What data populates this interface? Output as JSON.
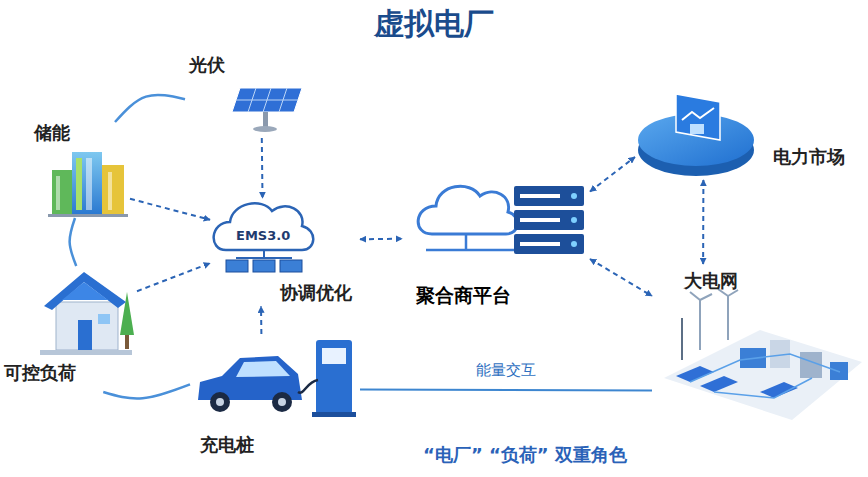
{
  "diagram": {
    "title": "虚拟电厂",
    "caption": "“电厂” “负荷” 双重角色",
    "nodes": [
      {
        "text": [
          "光伏"
        ]
      },
      {
        "text": [
          "储能"
        ]
      },
      {
        "text": [
          "电力市场"
        ]
      },
      {
        "text": [
          "EMS3.0",
          "协调优化"
        ]
      },
      {
        "text": [
          "聚合商平台"
        ]
      },
      {
        "text": [
          "大电网"
        ]
      },
      {
        "text": [
          "可控负荷"
        ]
      },
      {
        "text": [
          "充电桩"
        ]
      }
    ],
    "edges": [
      {
        "from": 0,
        "to": 3,
        "arrow": "to"
      },
      {
        "from": 1,
        "to": 3,
        "arrow": "to"
      },
      {
        "from": 6,
        "to": 3,
        "arrow": "to"
      },
      {
        "from": 7,
        "to": 3,
        "arrow": "to"
      },
      {
        "from": 3,
        "to": 4,
        "arrow": "both"
      },
      {
        "from": 4,
        "to": 2,
        "arrow": "both"
      },
      {
        "from": 4,
        "to": 5,
        "arrow": "both"
      },
      {
        "from": 2,
        "to": 5,
        "arrow": "both"
      },
      {
        "from": 7,
        "to": 5,
        "label": "能量交互",
        "arrow": "none"
      },
      {
        "from": 1,
        "to": 0,
        "arrow": "none"
      },
      {
        "from": 1,
        "to": 6,
        "arrow": "none"
      },
      {
        "from": 6,
        "to": 7,
        "arrow": "none"
      }
    ]
  }
}
